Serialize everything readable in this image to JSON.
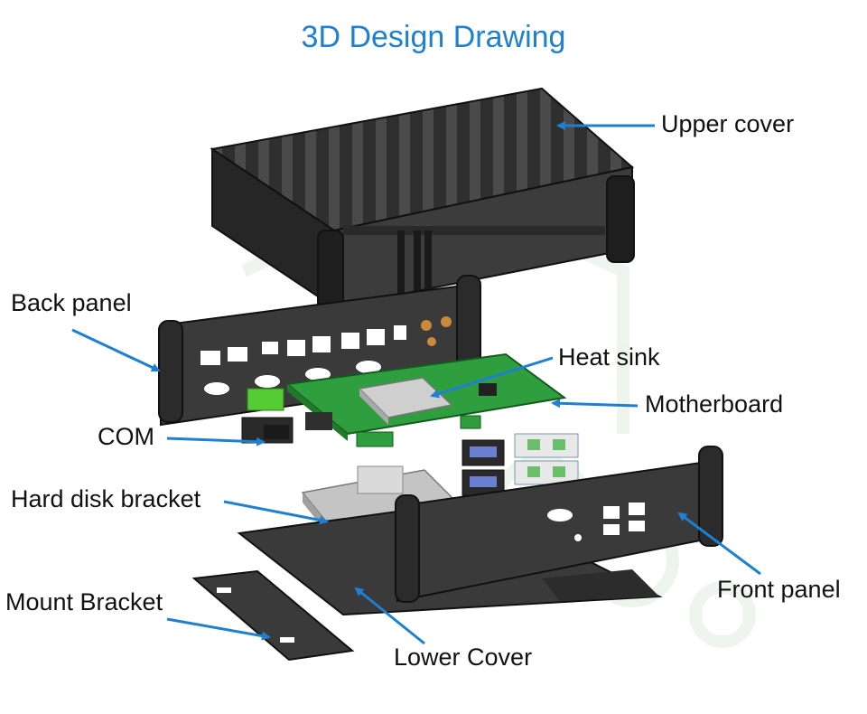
{
  "title": "3D Design Drawing",
  "labels": {
    "upper_cover": "Upper cover",
    "back_panel": "Back panel",
    "heat_sink": "Heat sink",
    "motherboard": "Motherboard",
    "com": "COM",
    "hard_disk_bracket": "Hard disk bracket",
    "front_panel": "Front panel",
    "mount_bracket": "Mount Bracket",
    "lower_cover": "Lower Cover"
  },
  "colors": {
    "title": "#1f7fd0",
    "arrow": "#1f7fd0",
    "metal_dark": "#3a3a3a",
    "board_green": "#2e9e3e",
    "heatsink_gray": "#c8c8c8"
  }
}
